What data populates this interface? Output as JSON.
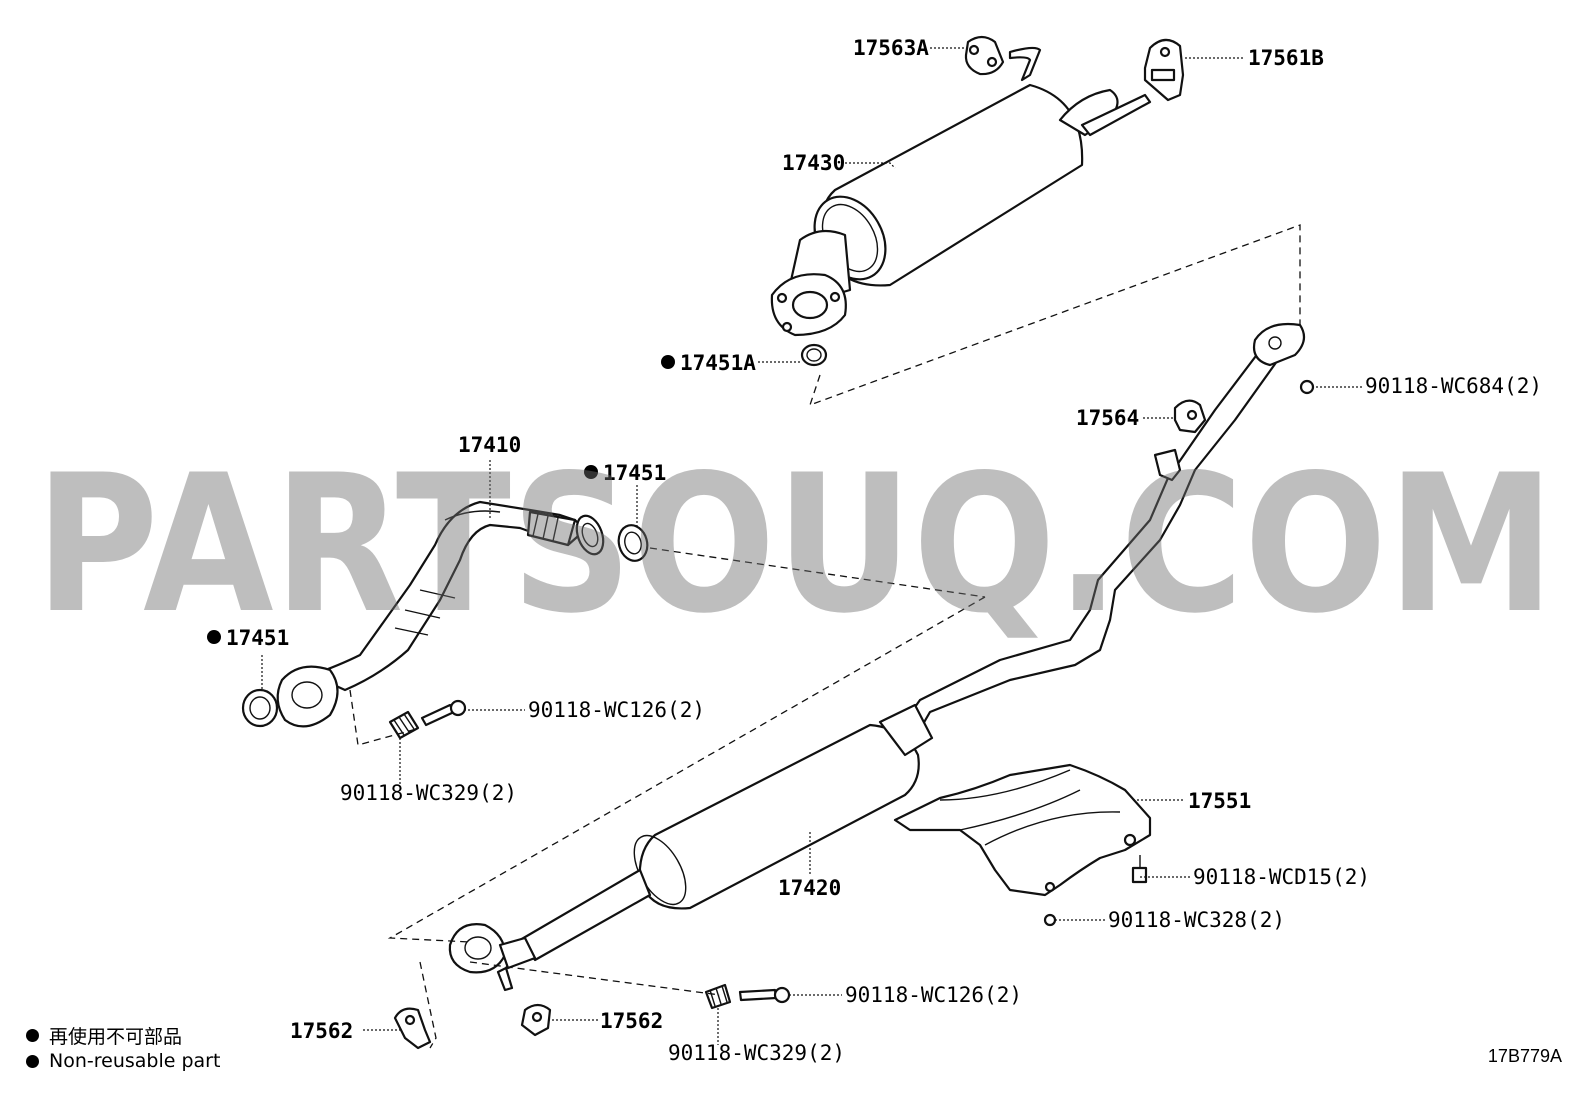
{
  "parts": {
    "p17563A": "17563A",
    "p17561B": "17561B",
    "p17430": "17430",
    "p17451A": "17451A",
    "p17410": "17410",
    "p17451_top": "17451",
    "p17451_left": "17451",
    "p17564": "17564",
    "p90118_WC684": "90118-WC684(2)",
    "p90118_WC126_a": "90118-WC126(2)",
    "p90118_WC329_a": "90118-WC329(2)",
    "p17551": "17551",
    "p17420": "17420",
    "p90118_WCD15": "90118-WCD15(2)",
    "p90118_WC328": "90118-WC328(2)",
    "p17562_left": "17562",
    "p17562_right": "17562",
    "p90118_WC126_b": "90118-WC126(2)",
    "p90118_WC329_b": "90118-WC329(2)"
  },
  "legend": {
    "line1": "再使用不可部品",
    "line2": "Non-reusable part"
  },
  "diagram_id": "17B779A",
  "watermark": "PARTSOUQ.COM"
}
